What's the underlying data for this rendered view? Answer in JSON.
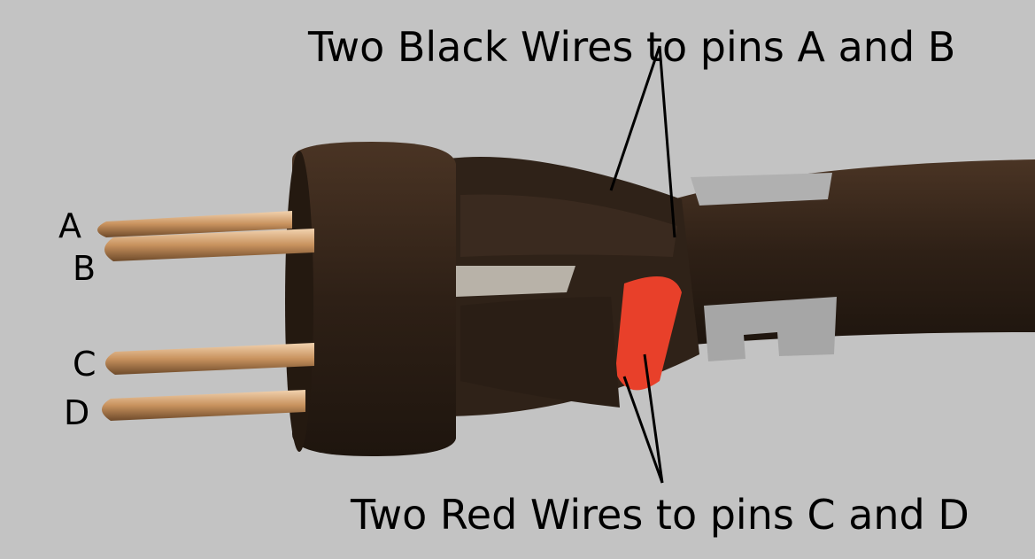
{
  "annotations": {
    "black_wires": "Two Black Wires to pins A and B",
    "red_wires": "Two Red Wires to pins C and D"
  },
  "pins": [
    "A",
    "B",
    "C",
    "D"
  ],
  "colors": {
    "background": "#c3c3c3",
    "connector": "#3a2a1e",
    "pin": "#c89a6a",
    "red_wire": "#e8402a",
    "clip": "#a8a8a8"
  }
}
